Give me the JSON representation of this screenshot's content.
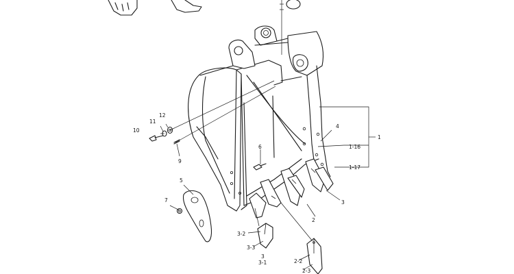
{
  "callouts": {
    "c1": "1",
    "c1_16": "1-16",
    "c1_17": "1-17",
    "c2": "2",
    "c2_2": "2-2",
    "c2_3": "2-3",
    "c3": "3",
    "c3_1": "3-1",
    "c3_2": "3-2",
    "c3_3": "3-3",
    "c3b": "3",
    "c4": "4",
    "c5": "5",
    "c6": "6",
    "c7": "7",
    "c9": "9",
    "c10": "10",
    "c11": "11",
    "c12": "12"
  }
}
